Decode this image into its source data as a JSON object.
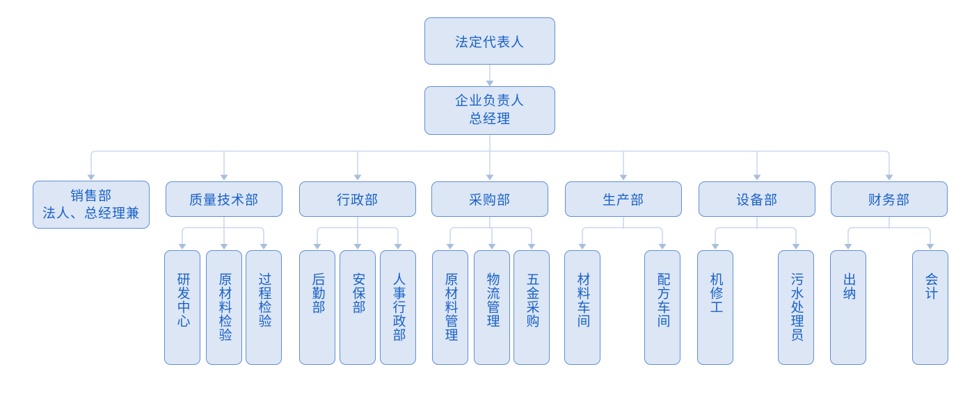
{
  "colors": {
    "background": "#ffffff",
    "box_fill": "#dce6f5",
    "box_border": "#5f8ed8",
    "box_text": "#1a61c6",
    "connector_line": "#c9d8f0",
    "arrowhead": "#a9bedd"
  },
  "org_chart": {
    "level1": {
      "label": "法定代表人"
    },
    "level2": {
      "lines": [
        "企业负责人",
        "总经理"
      ]
    },
    "departments": [
      {
        "lines": [
          "销售部",
          "法人、总经理兼"
        ],
        "children": []
      },
      {
        "lines": [
          "质量技术部"
        ],
        "children": [
          "研发中心",
          "原材料检验",
          "过程检验"
        ]
      },
      {
        "lines": [
          "行政部"
        ],
        "children": [
          "后勤部",
          "安保部",
          "人事行政部"
        ]
      },
      {
        "lines": [
          "采购部"
        ],
        "children": [
          "原材料管理",
          "物流管理",
          "五金采购"
        ]
      },
      {
        "lines": [
          "生产部"
        ],
        "children": [
          "材料车间",
          "配方车间"
        ]
      },
      {
        "lines": [
          "设备部"
        ],
        "children": [
          "机修工",
          "污水处理员"
        ]
      },
      {
        "lines": [
          "财务部"
        ],
        "children": [
          "出纳",
          "会计"
        ]
      }
    ]
  }
}
